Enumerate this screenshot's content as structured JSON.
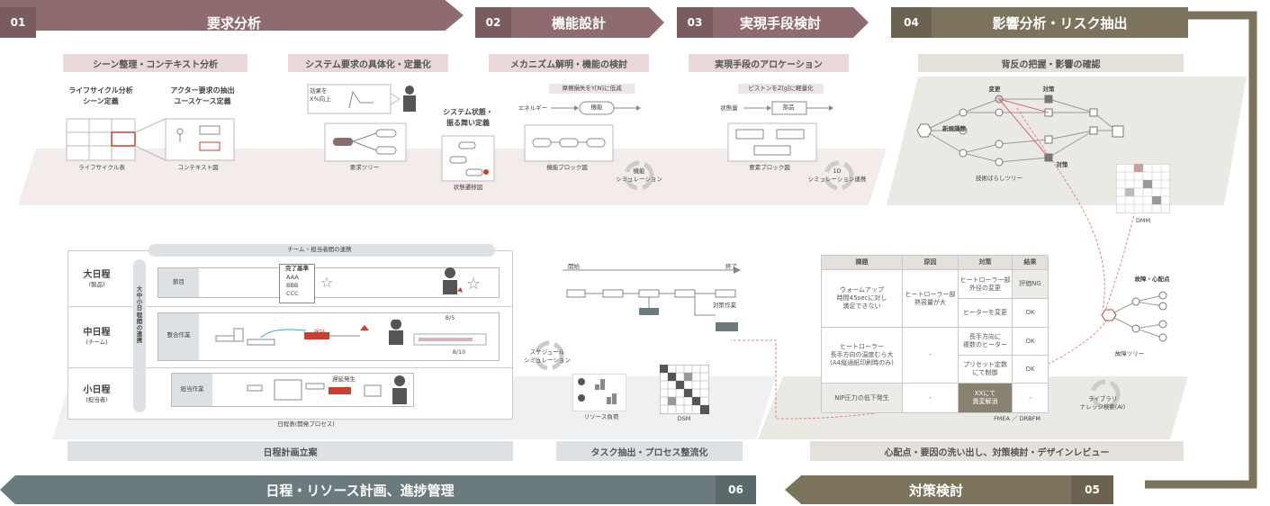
{
  "colors": {
    "step_rose": "#8e6b6e",
    "step_green": "#7c735d",
    "step_slate": "#6b7a7c",
    "panel_pink": "#f3e8e8",
    "panel_gray": "#eef0f1",
    "bar_rose": "#e8d8d8",
    "bar_gray": "#dde1e3",
    "accent_red": "#c8412e"
  },
  "steps": {
    "s01": {
      "num": "01",
      "title": "要求分析"
    },
    "s02": {
      "num": "02",
      "title": "機能設計"
    },
    "s03": {
      "num": "03",
      "title": "実現手段検討"
    },
    "s04": {
      "num": "04",
      "title": "影響分析・リスク抽出"
    },
    "s05": {
      "num": "05",
      "title": "対策検討"
    },
    "s06": {
      "num": "06",
      "title": "日程・リソース計画、進捗管理"
    }
  },
  "subheaders": {
    "scene": "シーン整理・コンテキスト分析",
    "system": "システム要求の具体化・定量化",
    "mechanism": "メカニズム解明・機能の検討",
    "allocation": "実現手段のアロケーション",
    "tradeoff": "背反の把握・影響の確認",
    "schedule": "日程計画立案",
    "task": "タスク抽出・プロセス整流化",
    "concern": "心配点・要因の洗い出し、対策検討・デザインレビュー"
  },
  "req": {
    "lifecycle_analysis": "ライフサイクル分析",
    "scene_def": "シーン定義",
    "actor": "アクター要求の抽出",
    "usecase": "ユースケース定義",
    "lifecycle_table": "ライフサイクル表",
    "context": "コンテキスト図",
    "bubble1": "効果を",
    "bubble2": "X%向上",
    "req_tree": "要求ツリー",
    "state1": "システム状態・",
    "state2": "振る舞い定義",
    "state_diagram": "状態遷移図"
  },
  "func": {
    "note": "摩擦損失をY[N]に低減",
    "energy": "エネルギー",
    "func": "機能",
    "block": "機能ブロック図",
    "sim1": "機能",
    "sim2": "シミュレーション"
  },
  "impl": {
    "note": "ピストンをZ[g]に軽量化",
    "state": "状態量",
    "part": "部品",
    "block": "要素ブロック図",
    "sim1": "1D",
    "sim2": "シミュレーション連携"
  },
  "risk": {
    "change": "変更",
    "measure": "対策",
    "new_issue": "新規課題",
    "measure2": "対策",
    "tree": "技術ばらしツリー",
    "dmm": "DMM",
    "fault": "故障・心配点",
    "fault_tree": "故障ツリー",
    "library1": "ライブラリ",
    "library2": "ナレッジ検索(AI)"
  },
  "fmea": {
    "headers": [
      "課題",
      "原因",
      "対策",
      "結果"
    ],
    "rows": [
      [
        "ウォームアップ\n時間45secに対し\n満足できない",
        "ヒートローラー部\n熱容量が大",
        "ヒートローラー部\n外径の変更",
        "評価NG"
      ],
      [
        "",
        "",
        "ヒーターを変更",
        "OK"
      ],
      [
        "ヒートローラー\n長手方向の温度むら大\n(A4縦通紙印刷時のみ)",
        "-",
        "長手方向に\n複数のヒーター",
        "OK"
      ],
      [
        "",
        "",
        "プリセット定数\nにて制御",
        "OK"
      ],
      [
        "NIP圧力の低下発生",
        "-",
        "XXにて\n異変解消",
        "-"
      ]
    ],
    "caption": "FMEA ／ DRBFM"
  },
  "sched": {
    "team": "チーム・担当者間の連携",
    "big": "大日程",
    "big_sub": "(製品)",
    "mid": "中日程",
    "mid_sub": "(チーム)",
    "small": "小日程",
    "small_sub": "(担当者)",
    "vertical": "大中小日程間の連携",
    "milestone": "節目",
    "integration": "整合作業",
    "assign": "担当作業",
    "criteria": "完了基準",
    "aaa": "AAA",
    "bbb": "BBB",
    "ccc": "CCC",
    "delay": "遅延",
    "delay2": "遅延発生",
    "d1": "8/5",
    "d2": "8/10",
    "caption": "日程表(開発プロセス)"
  },
  "task": {
    "start": "開始",
    "end": "終了",
    "measure": "対策作業",
    "sim1": "スケジュール",
    "sim2": "シミュレーション",
    "resource": "リソース負荷",
    "dsm": "DSM"
  }
}
